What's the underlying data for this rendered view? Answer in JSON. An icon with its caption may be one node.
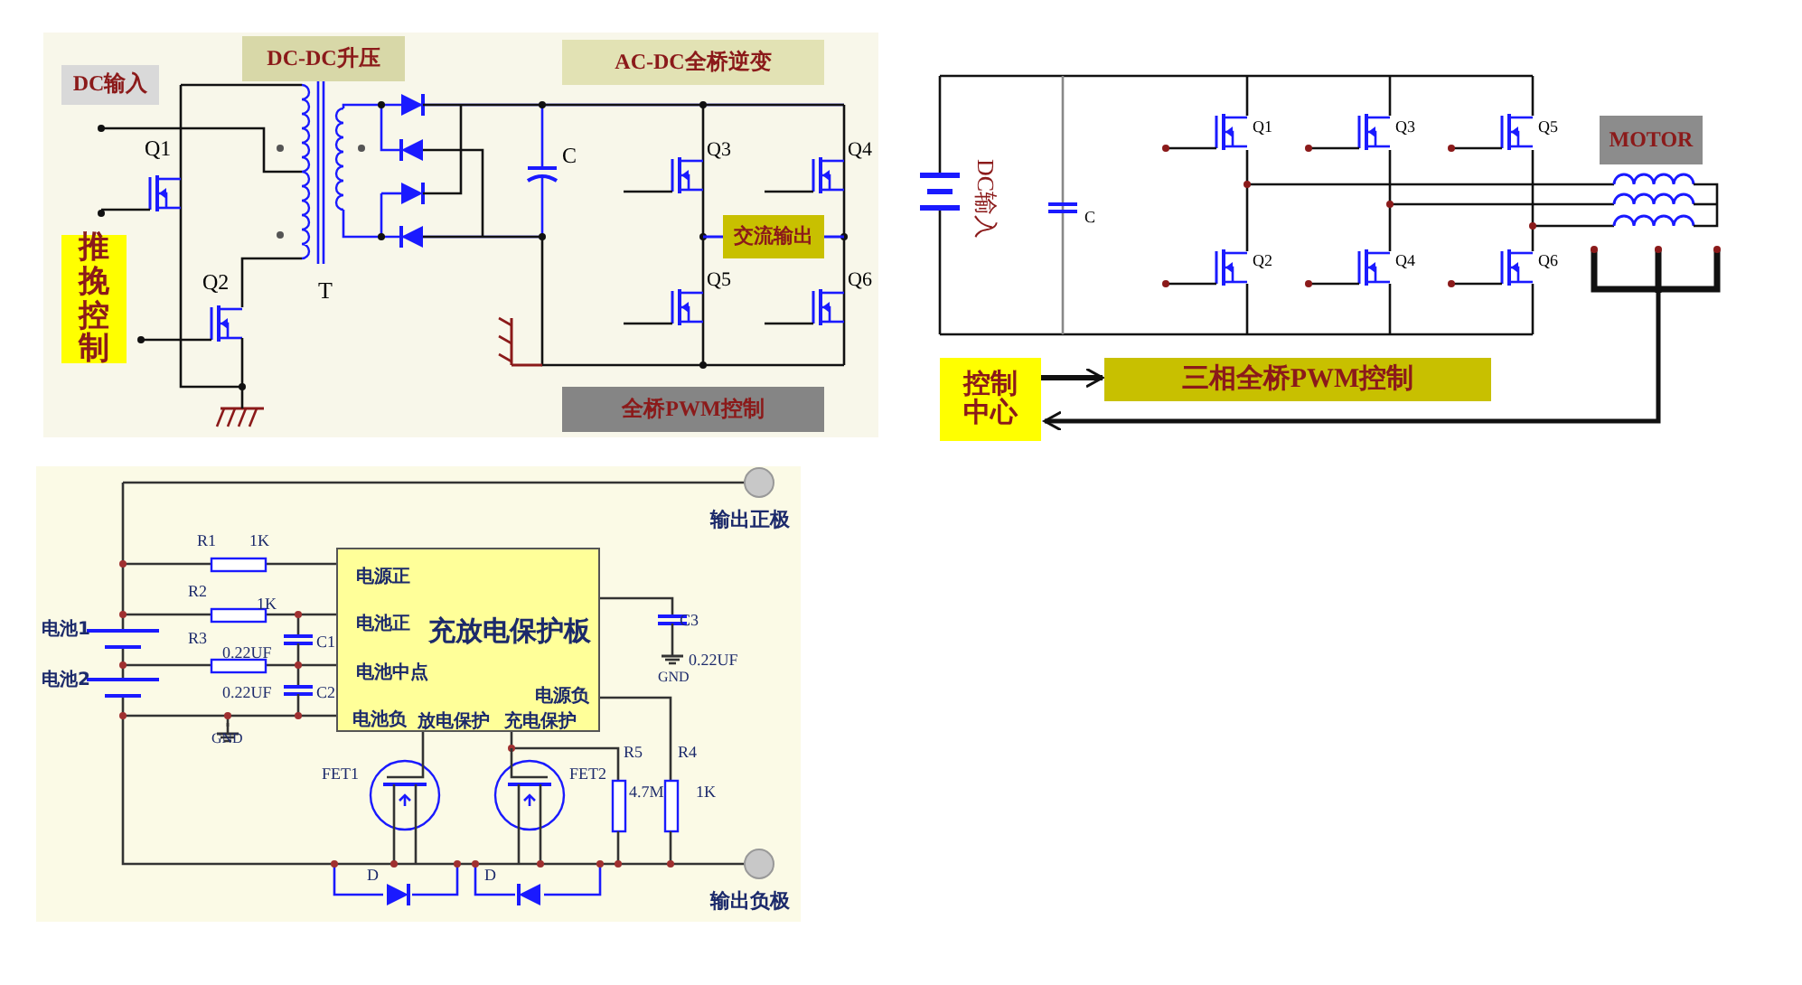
{
  "diagram": {
    "nodes": [
      {
        "text": [
          "DC输入"
        ]
      },
      {
        "text": [
          "DC-DC升压"
        ]
      },
      {
        "text": [
          "AC-DC全桥逆变"
        ]
      },
      {
        "text": [
          "推挽控制"
        ]
      },
      {
        "text": [
          "交流输出"
        ]
      },
      {
        "text": [
          "全桥PWM控制"
        ]
      },
      {
        "text": [
          "DC输入"
        ]
      },
      {
        "text": [
          "MOTOR"
        ]
      },
      {
        "text": [
          "控制中心"
        ]
      },
      {
        "text": [
          "三相全桥PWM控制"
        ]
      },
      {
        "text": [
          "充放电保护板",
          "电源正",
          "电池正",
          "电池中点",
          "电池负",
          "放电保护",
          "充电保护",
          "电源负"
        ]
      }
    ],
    "edges": [
      {
        "from": 8,
        "to": 9,
        "arrow": "to"
      },
      {
        "from": 7,
        "to": 8,
        "arrow": "to"
      }
    ],
    "labels": [
      "Q1",
      "Q2",
      "T",
      "C",
      "Q3",
      "Q4",
      "Q5",
      "Q6",
      "Q1",
      "Q3",
      "Q5",
      "C",
      "Q2",
      "Q4",
      "Q6",
      "R1",
      "1K",
      "R2",
      "1K",
      "R3",
      "0.22UF",
      "C1",
      "0.22UF",
      "C2",
      "电池1",
      "电池2",
      "GND",
      "C3",
      "0.22UF",
      "GND",
      "R5",
      "4.7M",
      "R4",
      "1K",
      "FET1",
      "FET2",
      "D",
      "D",
      "输出正极",
      "输出负极"
    ]
  }
}
